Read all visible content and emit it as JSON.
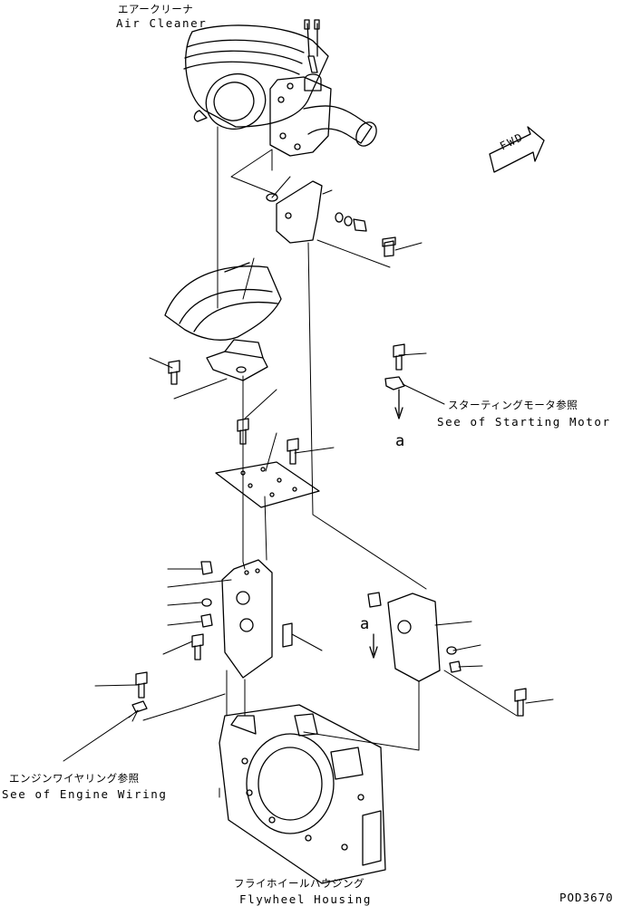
{
  "labels": {
    "air_cleaner_jp": "エアークリーナ",
    "air_cleaner_en": "Air Cleaner",
    "starting_motor_jp": "スターティングモータ参照",
    "starting_motor_en": "See of Starting Motor",
    "engine_wiring_jp": "エンジンワイヤリング参照",
    "engine_wiring_en": "See of Engine Wiring",
    "flywheel_housing_jp": "フライホイールハウジング",
    "flywheel_housing_en": "Flywheel Housing",
    "fwd_arrow": "FWD",
    "ref_a_upper": "a",
    "ref_a_lower": "a",
    "drawing_number": "POD3670"
  },
  "colors": {
    "line": "#000000",
    "paper": "#ffffff"
  }
}
